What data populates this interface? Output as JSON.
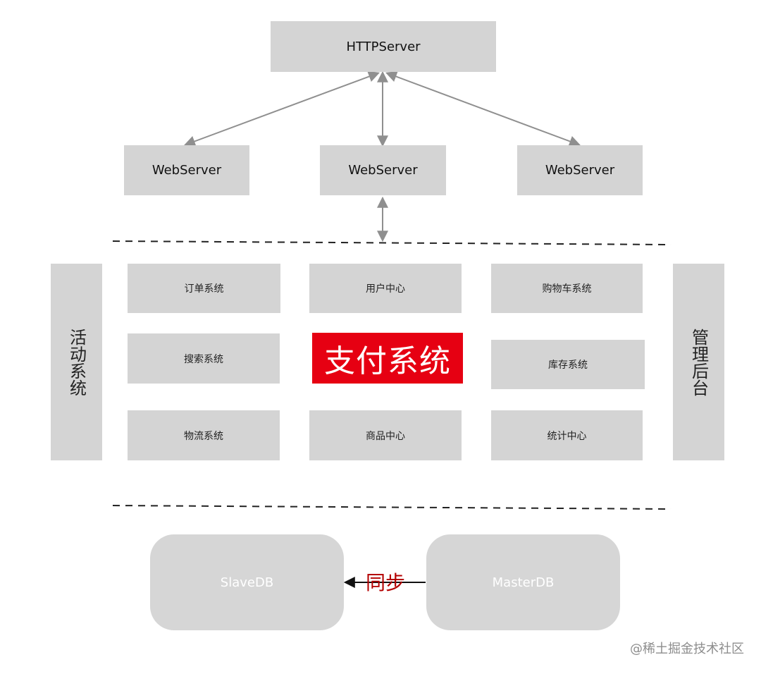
{
  "servers": {
    "http_server": "HTTPServer",
    "web_servers": [
      "WebServer",
      "WebServer",
      "WebServer"
    ]
  },
  "modules": {
    "row1": [
      "订单系统",
      "用户中心",
      "购物车系统"
    ],
    "row2": [
      "搜索系统",
      "支付系统",
      "库存系统"
    ],
    "row3": [
      "物流系统",
      "商品中心",
      "统计中心"
    ]
  },
  "side_panels": {
    "left": "活动系统",
    "right": "管理后台"
  },
  "databases": {
    "slave": "SlaveDB",
    "master": "MasterDB",
    "sync": "同步"
  },
  "watermark": "@稀土掘金技术社区",
  "colors": {
    "box": "#d4d4d4",
    "highlight": "#e60012",
    "sync_text": "#b40000",
    "arrow": "#8f8f8f",
    "dash": "#222222"
  }
}
